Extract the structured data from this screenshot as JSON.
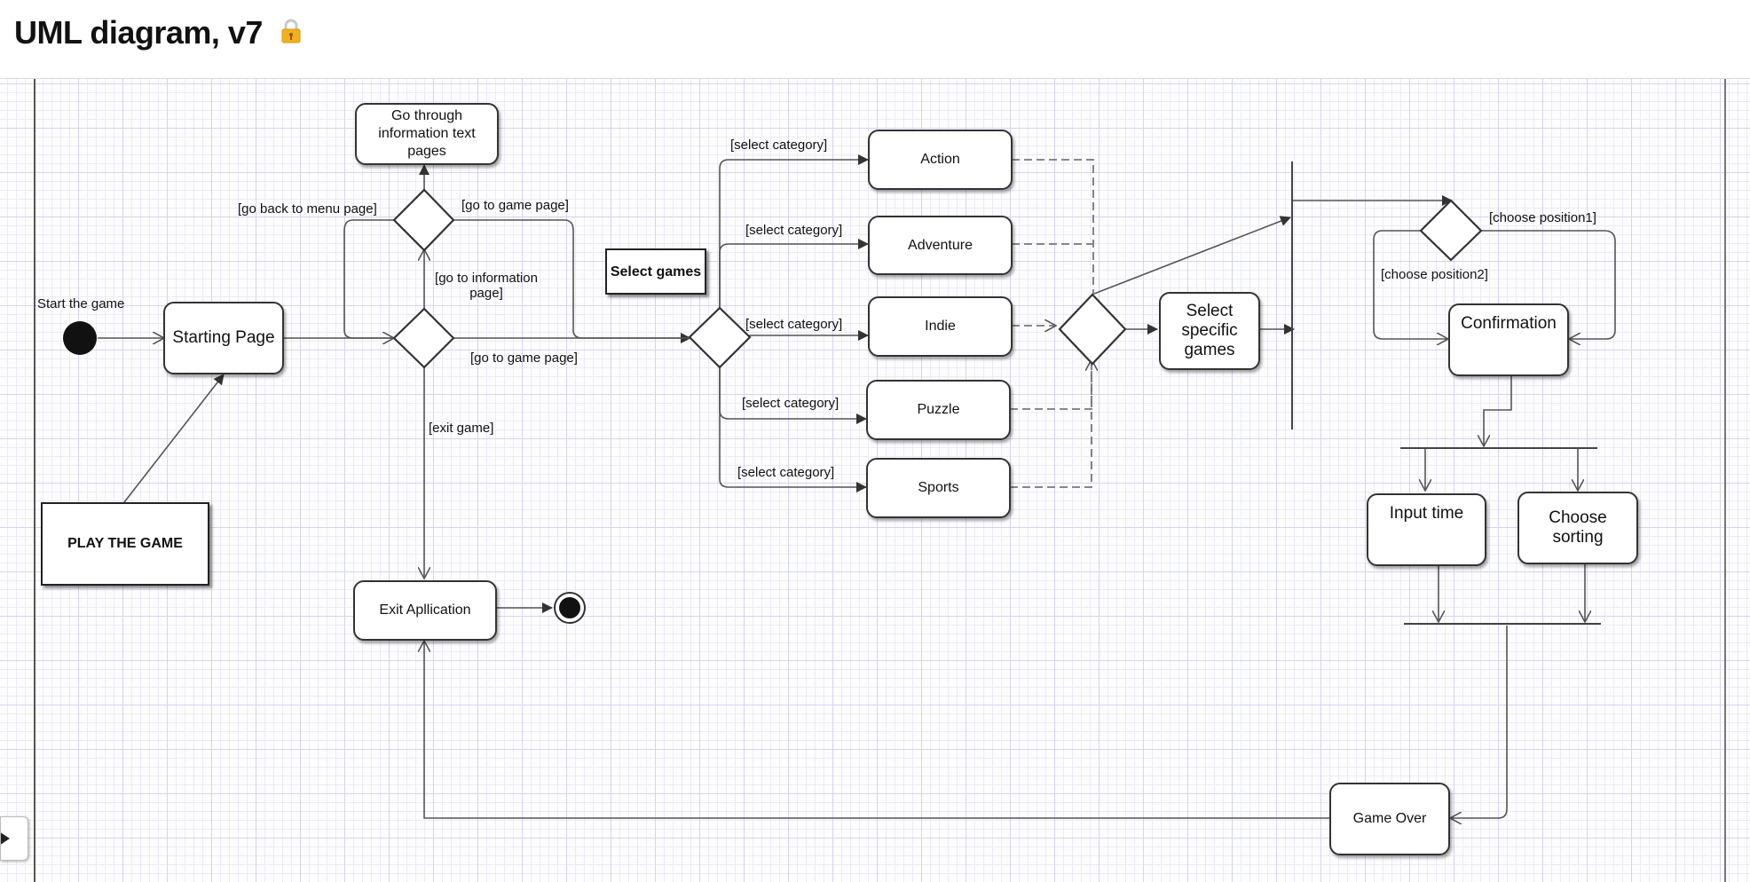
{
  "header": {
    "title": "UML diagram, v7",
    "lock_icon": "lock-icon",
    "lock_color": "#f2b01e"
  },
  "diagram": {
    "nodes": {
      "start_label": "Start the game",
      "starting_page": "Starting Page",
      "info_pages": "Go through information text pages",
      "exit_app": "Exit Apllication",
      "action": "Action",
      "adventure": "Adventure",
      "indie": "Indie",
      "puzzle": "Puzzle",
      "sports": "Sports",
      "select_specific": "Select specific games",
      "confirmation": "Confirmation",
      "input_time": "Input time",
      "choose_sorting": "Choose sorting",
      "game_over": "Game Over"
    },
    "notes": {
      "play": "PLAY THE GAME",
      "select_games": "Select games"
    },
    "guards": {
      "go_back_menu": "[go back to menu page]",
      "go_game_top": "[go to game page]",
      "go_info": "[go to information page]",
      "go_game_mid": "[go to game page]",
      "exit_game": "[exit game]",
      "sel_action": "[select category]",
      "sel_adventure": "[select category]",
      "sel_indie": "[select category]",
      "sel_puzzle": "[select category]",
      "sel_sports": "[select category]",
      "choose_pos1": "[choose position1]",
      "choose_pos2": "[choose position2]"
    }
  },
  "sidebar_toggle": {
    "icon": "chevron-right-icon"
  }
}
